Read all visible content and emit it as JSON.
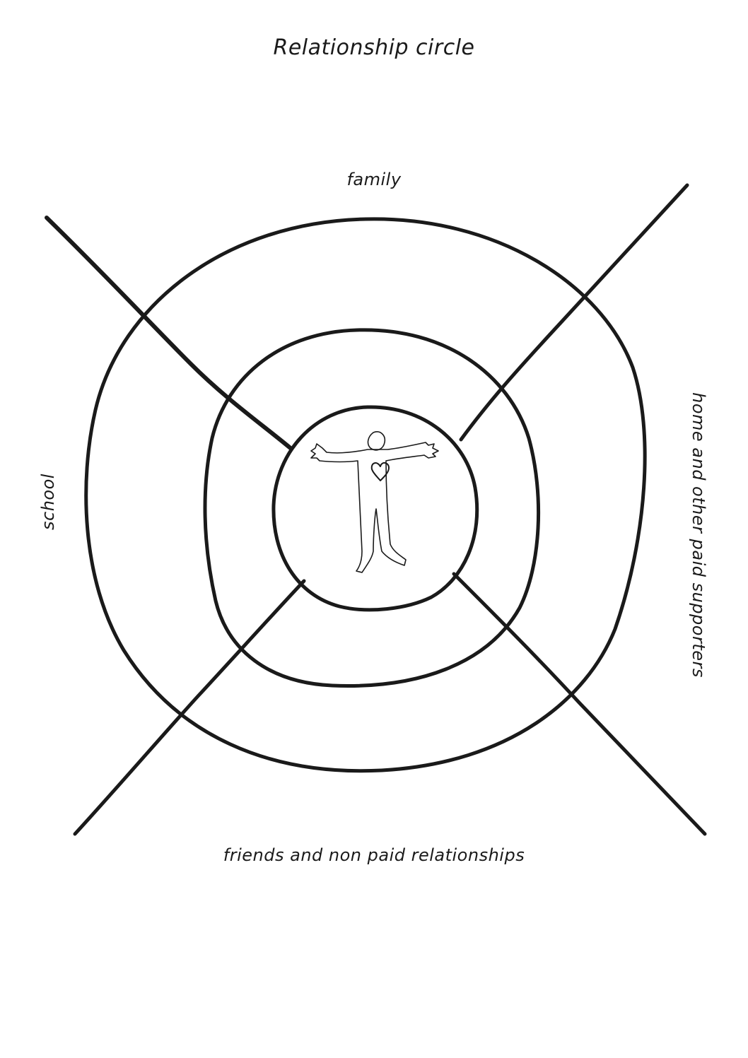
{
  "title": "Relationship circle",
  "sectors": {
    "top": "family",
    "left": "school",
    "right": "home and other paid supporters",
    "bottom": "friends and non paid relationships"
  },
  "colors": {
    "ink": "#1a1a1a",
    "background": "#ffffff"
  },
  "icons": {
    "center": "person-with-heart-icon"
  }
}
